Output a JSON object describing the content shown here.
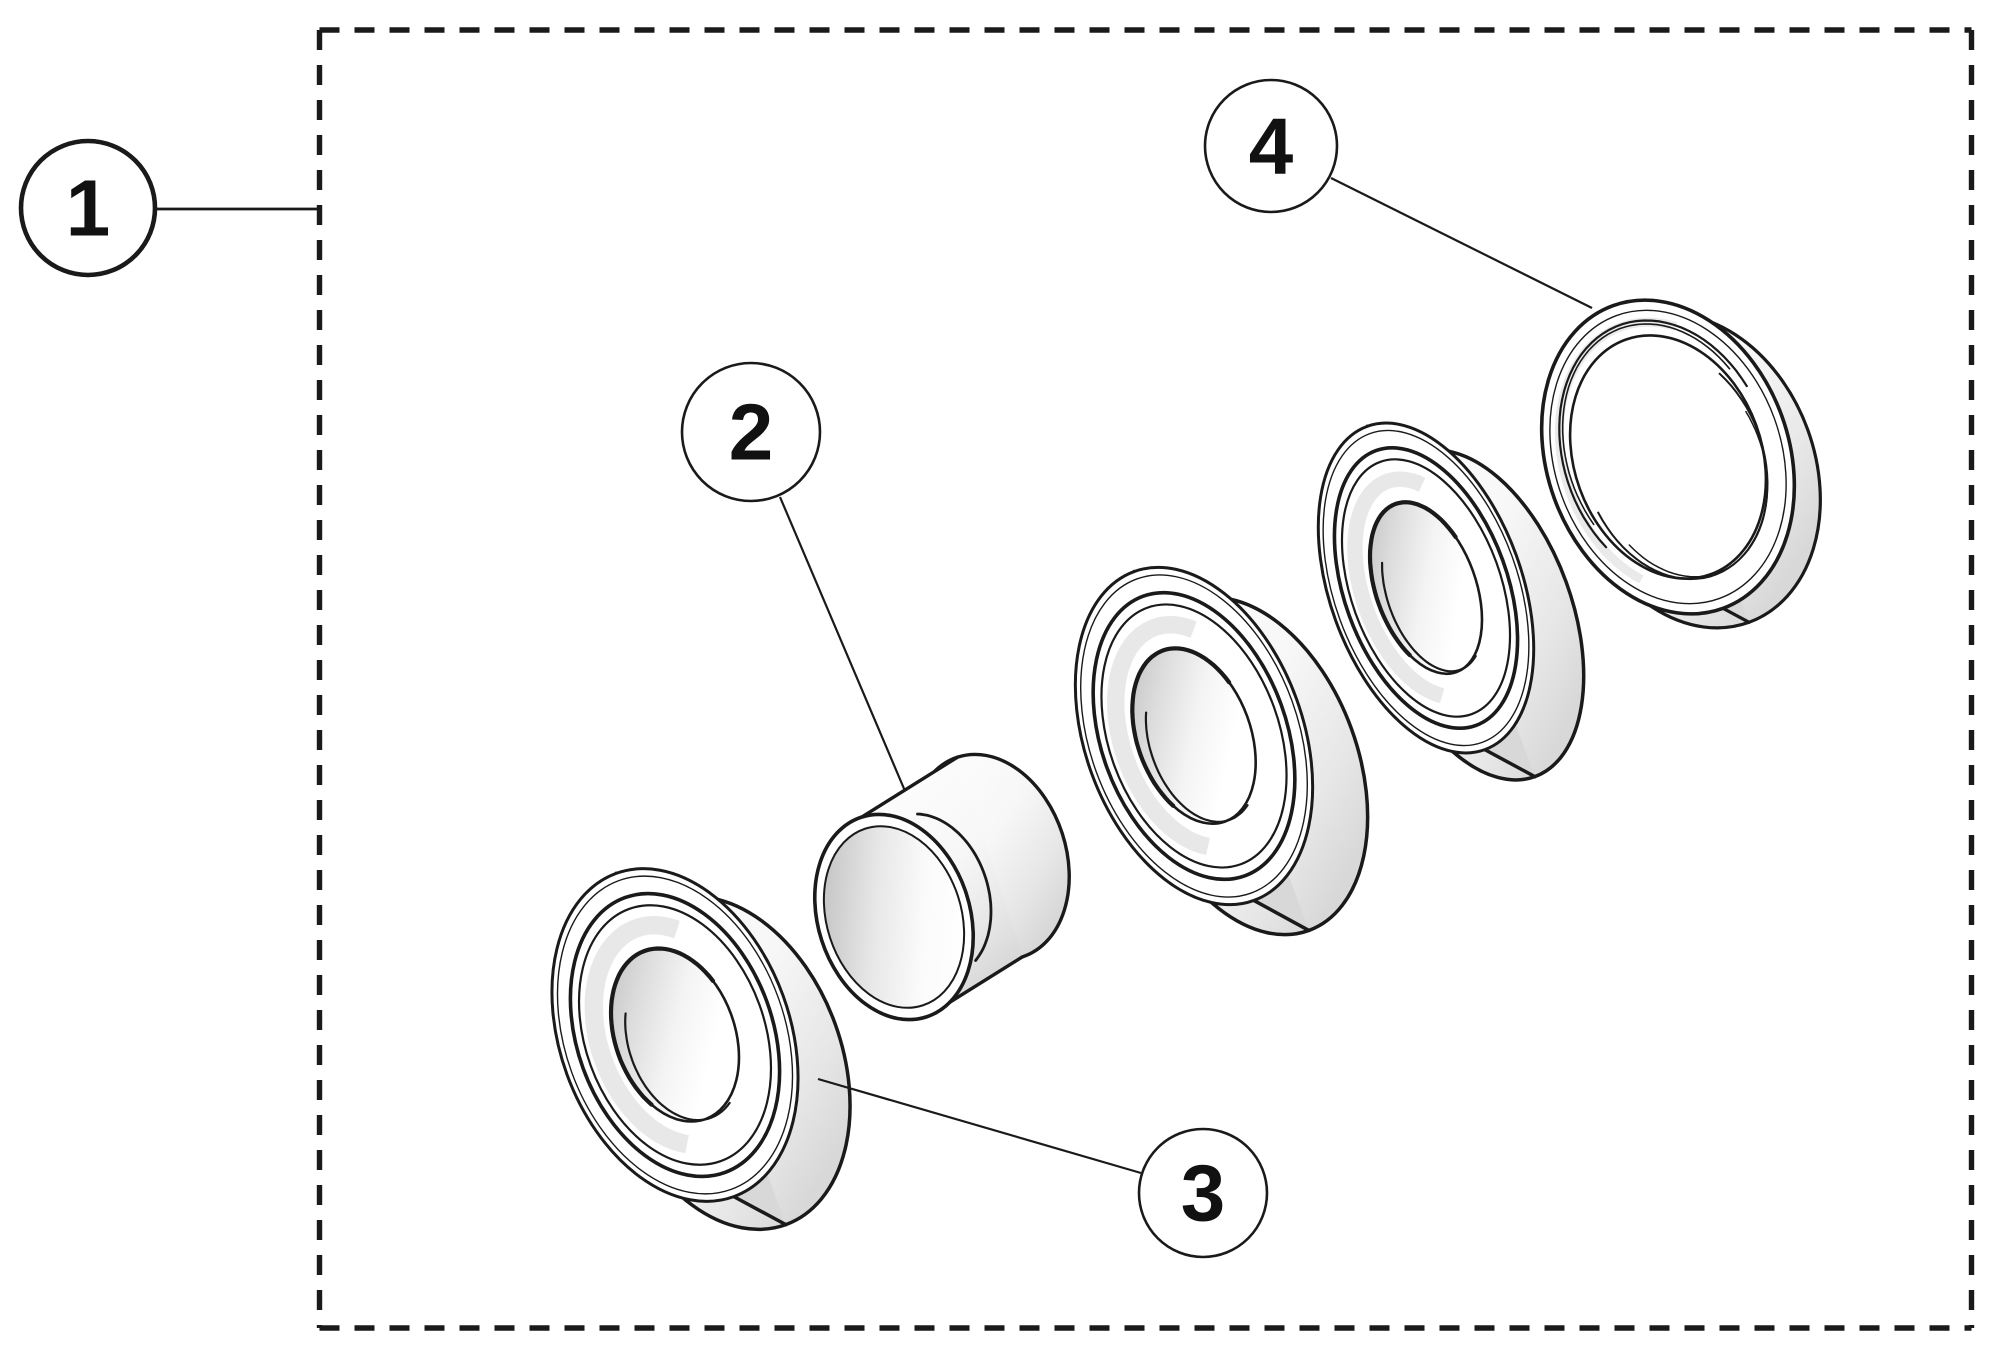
{
  "page": {
    "background": "#ffffff"
  },
  "diagram": {
    "ink": "#1a1a1a",
    "boundary_style": "dashed",
    "callouts": [
      {
        "label": "1",
        "target": "assembly-boundary"
      },
      {
        "label": "2",
        "target": "spacer-sleeve"
      },
      {
        "label": "3",
        "target": "front-bearing"
      },
      {
        "label": "4",
        "target": "seal-ring"
      }
    ],
    "parts": [
      {
        "id": "seal-ring"
      },
      {
        "id": "rear-bearing"
      },
      {
        "id": "middle-bearing"
      },
      {
        "id": "spacer-sleeve"
      },
      {
        "id": "front-bearing"
      }
    ]
  }
}
